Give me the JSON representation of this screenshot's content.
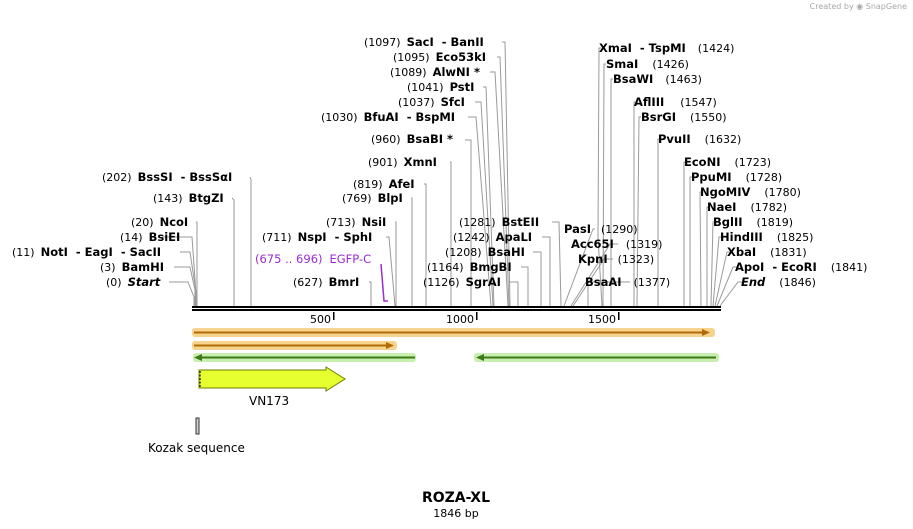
{
  "brand": {
    "created_by": "Created by",
    "app": "SnapGene"
  },
  "plasmid": {
    "name": "ROZA-XL",
    "length": "1846 bp"
  },
  "colors": {
    "accent_feature": "#9b2bd4",
    "arrow_fill": "#e6ff2e",
    "arrow_border": "#6b7f00",
    "orange_outline": "#f6d48e",
    "orange_line": "#b26a06",
    "green_outline": "#c9efb0",
    "green_line": "#3a7a18",
    "leader": "#9a9a9a"
  },
  "scale": {
    "ticks": [
      {
        "label": "500"
      },
      {
        "label": "1000"
      },
      {
        "label": "1500"
      }
    ]
  },
  "sites": [
    {
      "pos": "(0)",
      "name": "Start",
      "italic": true
    },
    {
      "pos": "(3)",
      "name": "BamHI"
    },
    {
      "pos": "(11)",
      "name": "NotI  - EagI  - SacII"
    },
    {
      "pos": "(14)",
      "name": "BsiEI"
    },
    {
      "pos": "(20)",
      "name": "NcoI"
    },
    {
      "pos": "(143)",
      "name": "BtgZI"
    },
    {
      "pos": "(202)",
      "name": "BssSI  - BssSαI"
    },
    {
      "pos": "(627)",
      "name": "BmrI"
    },
    {
      "pos": "(711)",
      "name": "NspI  - SphI"
    },
    {
      "pos": "(713)",
      "name": "NsiI"
    },
    {
      "pos": "(769)",
      "name": "BlpI"
    },
    {
      "pos": "(819)",
      "name": "AfeI"
    },
    {
      "pos": "(901)",
      "name": "XmnI"
    },
    {
      "pos": "(960)",
      "name": "BsaBI *"
    },
    {
      "pos": "(1030)",
      "name": "BfuAI  - BspMI"
    },
    {
      "pos": "(1037)",
      "name": "SfcI"
    },
    {
      "pos": "(1041)",
      "name": "PstI"
    },
    {
      "pos": "(1089)",
      "name": "AlwNI *"
    },
    {
      "pos": "(1095)",
      "name": "Eco53kI"
    },
    {
      "pos": "(1097)",
      "name": "SacI  - BanII"
    },
    {
      "pos": "(1126)",
      "name": "SgrAI"
    },
    {
      "pos": "(1164)",
      "name": "BmgBI"
    },
    {
      "pos": "(1208)",
      "name": "BsaHI"
    },
    {
      "pos": "(1242)",
      "name": "ApaLI"
    },
    {
      "pos": "(1281)",
      "name": "BstEII"
    },
    {
      "pos": "(1290)",
      "name": "PasI"
    },
    {
      "pos": "(1319)",
      "name": "Acc65I"
    },
    {
      "pos": "(1323)",
      "name": "KpnI"
    },
    {
      "pos": "(1377)",
      "name": "BsaAI"
    },
    {
      "pos": "(1424)",
      "name": "XmaI  - TspMI"
    },
    {
      "pos": "(1426)",
      "name": "SmaI"
    },
    {
      "pos": "(1463)",
      "name": "BsaWI"
    },
    {
      "pos": "(1547)",
      "name": "AflIII"
    },
    {
      "pos": "(1550)",
      "name": "BsrGI"
    },
    {
      "pos": "(1632)",
      "name": "PvuII"
    },
    {
      "pos": "(1723)",
      "name": "EcoNI"
    },
    {
      "pos": "(1728)",
      "name": "PpuMI"
    },
    {
      "pos": "(1780)",
      "name": "NgoMIV"
    },
    {
      "pos": "(1782)",
      "name": "NaeI"
    },
    {
      "pos": "(1819)",
      "name": "BglII"
    },
    {
      "pos": "(1825)",
      "name": "HindIII"
    },
    {
      "pos": "(1831)",
      "name": "XbaI"
    },
    {
      "pos": "(1841)",
      "name": "ApoI  - EcoRI"
    },
    {
      "pos": "(1846)",
      "name": "End",
      "italic": true
    }
  ],
  "feature_label": {
    "range": "(675 .. 696)",
    "name": "EGFP-C"
  },
  "features": {
    "vn173": "VN173",
    "kozak": "Kozak sequence"
  }
}
